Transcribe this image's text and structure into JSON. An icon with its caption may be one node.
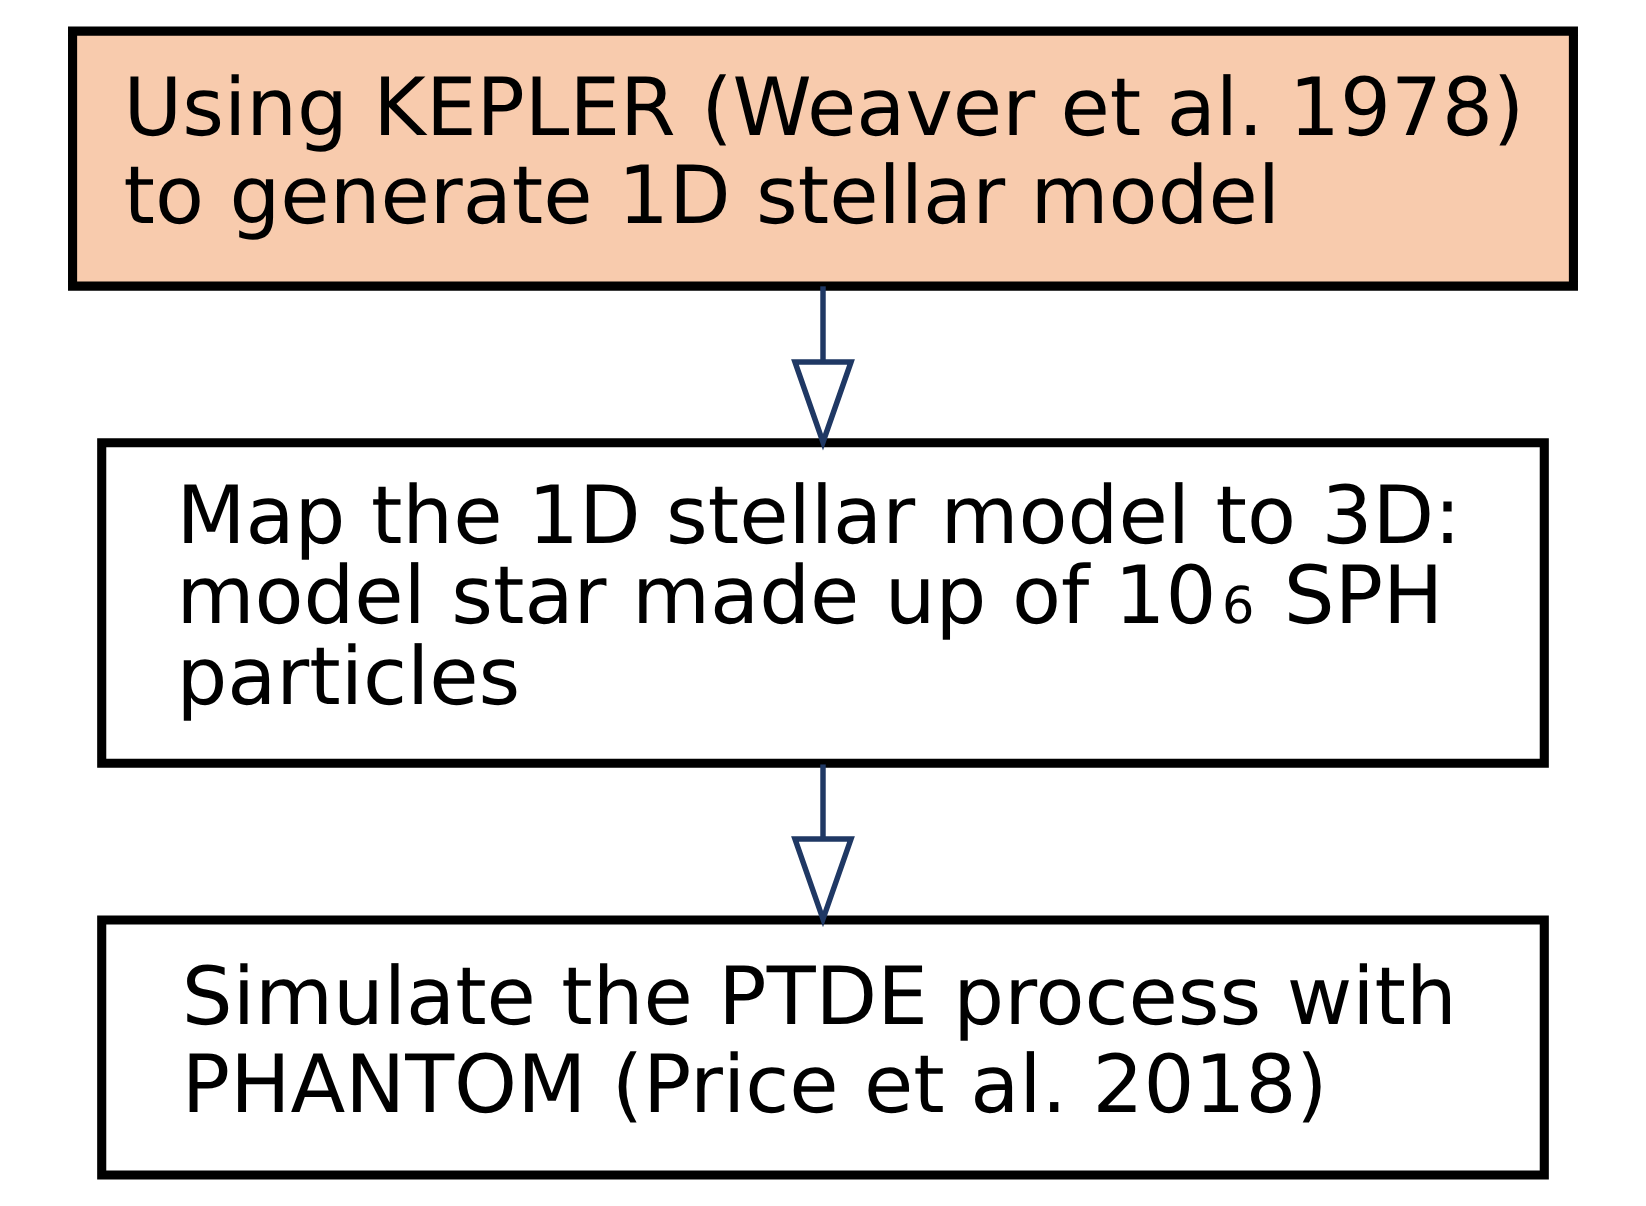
{
  "diagram": {
    "nodes": [
      {
        "text": [
          "Using KEPLER (Weaver et al. 1978) to generate 1D stellar model"
        ]
      },
      {
        "text": [
          "Map the 1D stellar model to 3D: model star made up of 10$^{6}$ SPH particles"
        ]
      },
      {
        "text": [
          "Simulate the PTDE process with PHANTOM (Price et al. 2018)"
        ]
      }
    ],
    "edges": [
      {
        "from": 0,
        "to": 1,
        "arrow": "to"
      },
      {
        "from": 1,
        "to": 2,
        "arrow": "to"
      }
    ]
  }
}
